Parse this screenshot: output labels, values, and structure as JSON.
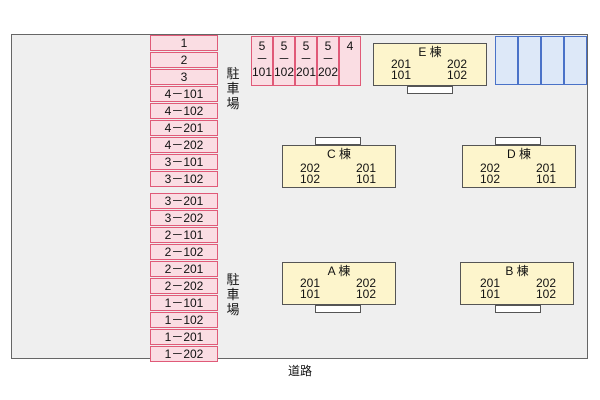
{
  "parking_left_upper": [
    "1",
    "2",
    "3",
    "4－101",
    "4－102",
    "4－201",
    "4－202",
    "3－101",
    "3－102"
  ],
  "parking_left_lower": [
    "3－201",
    "3－202",
    "2－101",
    "2－102",
    "2－201",
    "2－202",
    "1－101",
    "1－102",
    "1－201",
    "1－202"
  ],
  "parking_label": [
    "駐",
    "車",
    "場"
  ],
  "parking_top": [
    {
      "line1": "5",
      "line2": "－",
      "line3": "101"
    },
    {
      "line1": "5",
      "line2": "－",
      "line3": "102"
    },
    {
      "line1": "5",
      "line2": "－",
      "line3": "201"
    },
    {
      "line1": "5",
      "line2": "－",
      "line3": "202"
    },
    {
      "line1": "4",
      "line2": "",
      "line3": ""
    }
  ],
  "buildings": {
    "E": {
      "name": "E 棟",
      "top_left": "201",
      "bottom_left": "101",
      "top_right": "202",
      "bottom_right": "102"
    },
    "C": {
      "name": "C 棟",
      "top_left": "202",
      "bottom_left": "102",
      "top_right": "201",
      "bottom_right": "101"
    },
    "D": {
      "name": "D 棟",
      "top_left": "202",
      "bottom_left": "102",
      "top_right": "201",
      "bottom_right": "101"
    },
    "A": {
      "name": "A 棟",
      "top_left": "201",
      "bottom_left": "101",
      "top_right": "202",
      "bottom_right": "102"
    },
    "B": {
      "name": "B 棟",
      "top_left": "201",
      "bottom_left": "101",
      "top_right": "202",
      "bottom_right": "102"
    }
  },
  "road_label": "道路",
  "colors": {
    "parking_fill": "#fadde3",
    "parking_border": "#e05a78",
    "building_fill": "#fdf5cc",
    "blue_parking_fill": "#dde8f8",
    "blue_parking_border": "#4a72c8",
    "site_fill": "#efefef"
  }
}
